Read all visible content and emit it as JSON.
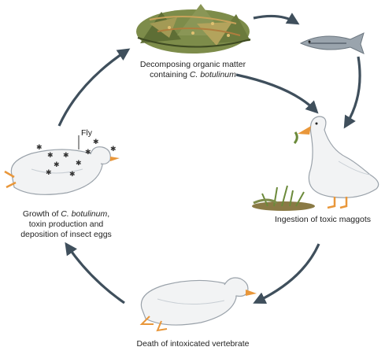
{
  "diagram": {
    "stages": [
      {
        "line1": "Decomposing organic matter",
        "line2_prefix": "containing ",
        "line2_italic": "C. botulinum"
      },
      {
        "label": "Ingestion of toxic maggots"
      },
      {
        "label": "Death of intoxicated vertebrate"
      },
      {
        "line1_prefix": "Growth of ",
        "line1_italic": "C. botulinum",
        "line1_suffix": ",",
        "line2": "toxin production and",
        "line3": "deposition of insect eggs"
      }
    ],
    "fly_label": "Fly",
    "colors": {
      "arrow": "#3f4f5c",
      "duck_body": "#f2f3f4",
      "duck_outline": "#9aa2aa",
      "beak": "#e9973a",
      "fish": "#8f9aa3",
      "vegetation": "#6b8a3a"
    }
  }
}
